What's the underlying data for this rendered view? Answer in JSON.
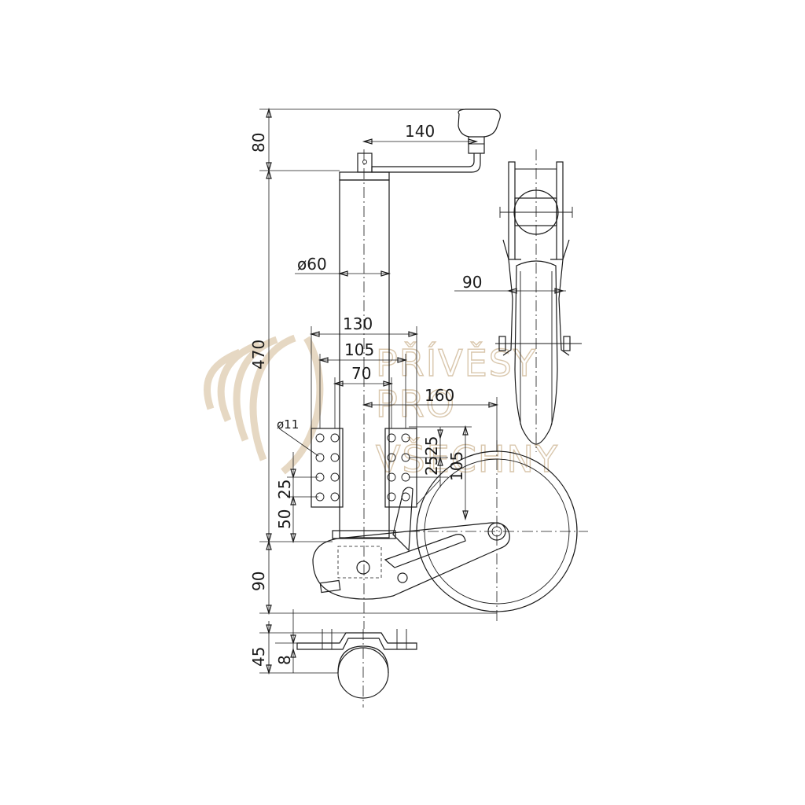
{
  "watermark": {
    "line1": "PŘÍVĚSY",
    "line2": "PRO",
    "line3": "VŠECHNY"
  },
  "dimensions": {
    "handle_height": "80",
    "handle_reach": "140",
    "tube_diameter": "ø60",
    "tube_height": "470",
    "bracket_width_outer": "130",
    "bracket_width_mid": "105",
    "bracket_width_inner": "70",
    "wheel_offset": "160",
    "hole_diameter": "ø11",
    "hole_pitch_right_a": "25",
    "hole_pitch_right_b": "25",
    "hole_pitch_right_total": "105",
    "hole_pitch_left": "25",
    "hole_bottom_offset": "50",
    "wheel_below_tube": "90",
    "clamp_height": "45",
    "clamp_plate": "8",
    "wheel_width": "90"
  },
  "colors": {
    "line": "#1a1a1a",
    "watermark": "#d9c7ad"
  }
}
